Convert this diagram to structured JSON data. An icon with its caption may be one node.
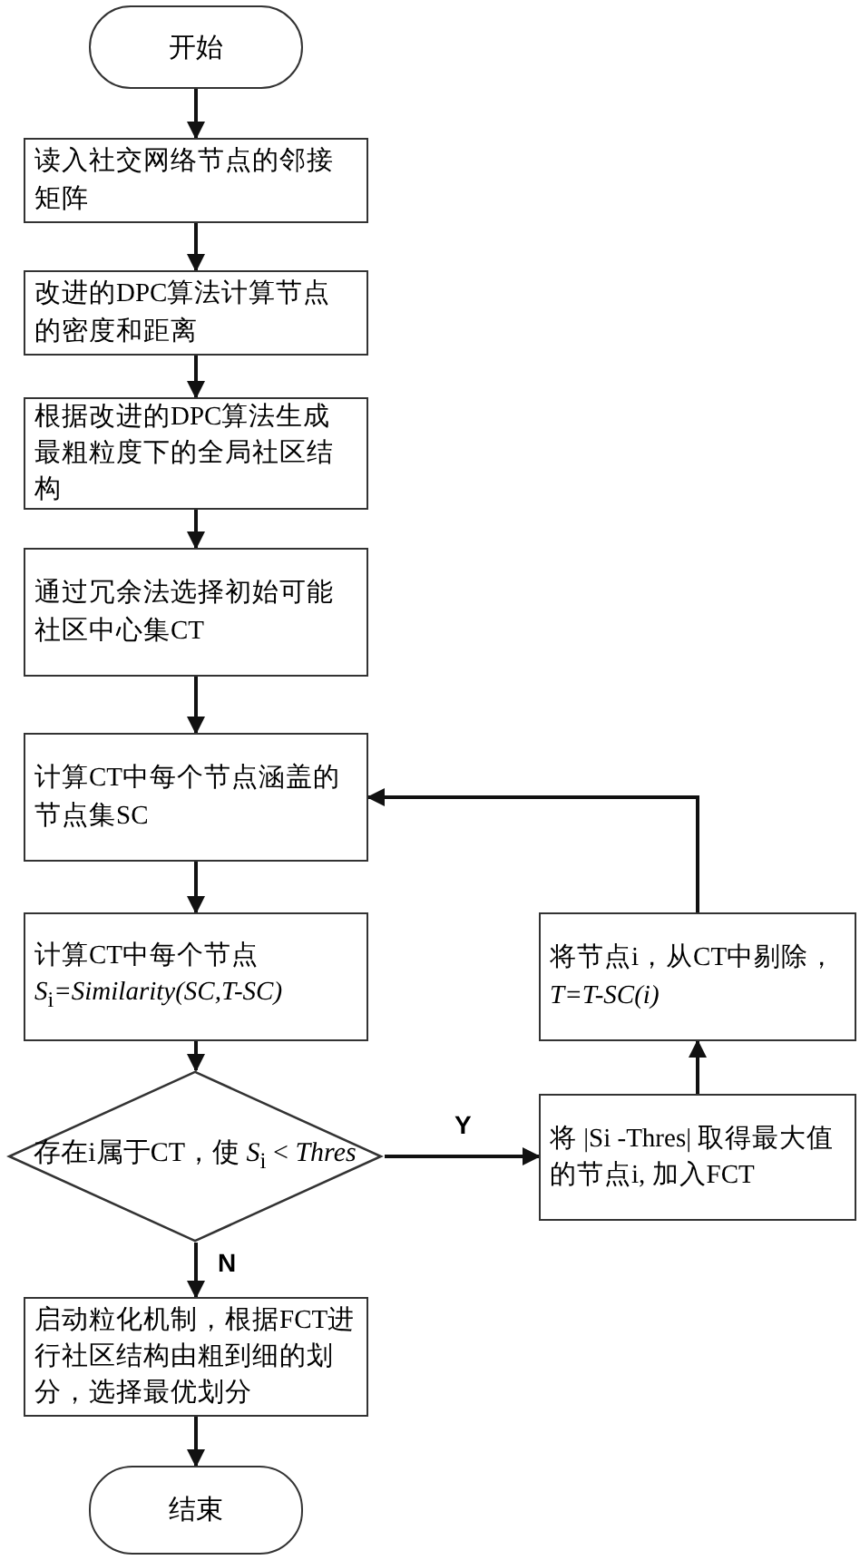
{
  "diagram": {
    "nodes": [
      {
        "text": [
          "开始"
        ]
      },
      {
        "text": [
          "读入社交网络节点的邻接矩阵"
        ]
      },
      {
        "text": [
          "改进的DPC算法计算节点的密度和距离"
        ]
      },
      {
        "text": [
          "根据改进的DPC算法生成最粗粒度下的全局社区结构"
        ]
      },
      {
        "text": [
          "通过冗余法选择初始可能社区中心集CT"
        ]
      },
      {
        "text": [
          "计算CT中每个节点涵盖的节点集SC"
        ]
      },
      {
        "text": [
          "计算CT中每个节点 *S*$_{i}$*=Similarity(SC,T-SC)*"
        ]
      },
      {
        "text": [
          "存在i属于CT，使 *S*$_{i}$ < *Thres*"
        ]
      },
      {
        "text": [
          "启动粒化机制，根据FCT进行社区结构由粗到细的划分，选择最优划分"
        ]
      },
      {
        "text": [
          "结束"
        ]
      },
      {
        "text": [
          "将 |Si -Thres| 取得最大值的节点i, 加入FCT"
        ]
      },
      {
        "text": [
          "将节点i，从CT中剔除，*T=T-SC(i)*"
        ]
      }
    ],
    "edges": [
      {
        "from": 0,
        "to": 1,
        "arrow": "to"
      },
      {
        "from": 1,
        "to": 2,
        "arrow": "to"
      },
      {
        "from": 2,
        "to": 3,
        "arrow": "to"
      },
      {
        "from": 3,
        "to": 4,
        "arrow": "to"
      },
      {
        "from": 4,
        "to": 5,
        "arrow": "to"
      },
      {
        "from": 5,
        "to": 6,
        "arrow": "to"
      },
      {
        "from": 6,
        "to": 7,
        "arrow": "to"
      },
      {
        "from": 7,
        "to": 8,
        "arrow": "to",
        "label": "N"
      },
      {
        "from": 8,
        "to": 9,
        "arrow": "to"
      },
      {
        "from": 7,
        "to": 10,
        "arrow": "to",
        "label": "Y"
      },
      {
        "from": 10,
        "to": 11,
        "arrow": "to"
      },
      {
        "from": 11,
        "to": 5,
        "arrow": "to"
      }
    ]
  }
}
